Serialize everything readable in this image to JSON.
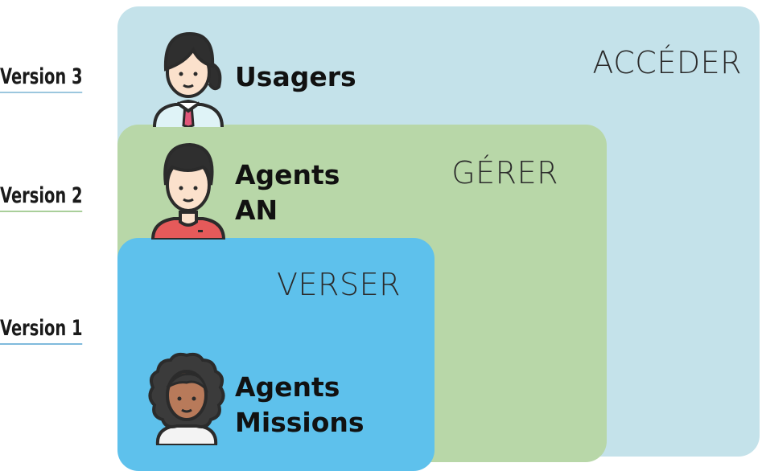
{
  "versions": {
    "v3": "Version 3",
    "v2": "Version 2",
    "v1": "Version 1"
  },
  "zones": {
    "acceder": "ACCÉDER",
    "gerer": "GÉRER",
    "verser": "VERSER"
  },
  "actors": {
    "usagers": {
      "line1": "Usagers",
      "icon": "female-user-icon"
    },
    "agents_an": {
      "line1": "Agents",
      "line2": "AN",
      "icon": "male-agent-icon"
    },
    "agents_missions": {
      "line1": "Agents",
      "line2": "Missions",
      "icon": "curly-hair-agent-icon"
    }
  },
  "colors": {
    "acceder": "#c4e2ea",
    "gerer": "#b8d7a8",
    "verser": "#5ec1ec"
  }
}
